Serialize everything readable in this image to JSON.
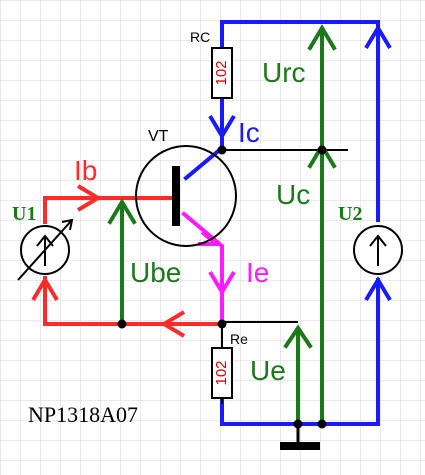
{
  "labels": {
    "rc": "RC",
    "rc_value": "102",
    "re": "Re",
    "re_value": "102",
    "vt": "VT",
    "ib": "Ib",
    "ic": "Ic",
    "ie": "Ie",
    "u1": "U1",
    "u2": "U2",
    "ube": "Ube",
    "uc": "Uc",
    "urc": "Urc",
    "ue": "Ue",
    "part_number": "NP1318A07"
  },
  "colors": {
    "red": "#ff2a2a",
    "blue": "#1a1aff",
    "magenta": "#ff1aff",
    "green": "#1a7a1a",
    "black": "#000000",
    "resistor_text": "#dd0000",
    "grid": "#d4d4d4"
  }
}
